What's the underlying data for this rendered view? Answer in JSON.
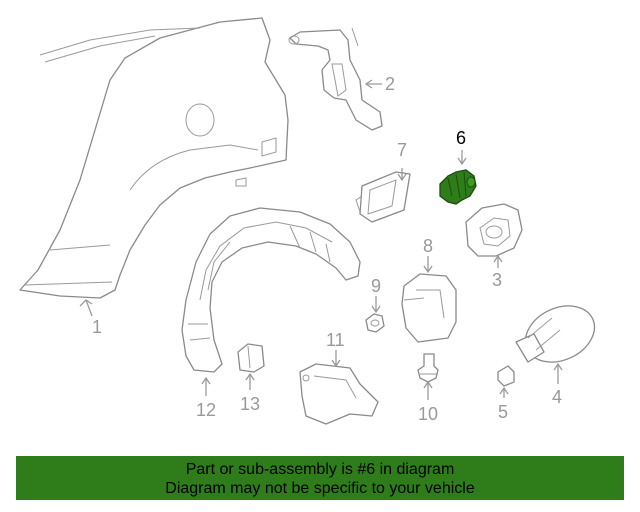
{
  "callouts": {
    "c1": "1",
    "c2": "2",
    "c3": "3",
    "c4": "4",
    "c5": "5",
    "c6": "6",
    "c7": "7",
    "c8": "8",
    "c9": "9",
    "c10": "10",
    "c11": "11",
    "c12": "12",
    "c13": "13"
  },
  "highlighted_part": "6",
  "colors": {
    "highlight_fill": "#2f7d1a",
    "banner_bg": "#2f7d1a",
    "line": "#8a8a8a",
    "callout_text": "#999999"
  },
  "banner": {
    "line1": "Part or sub-assembly is #6 in diagram",
    "line2": "Diagram may not be specific to your vehicle"
  }
}
